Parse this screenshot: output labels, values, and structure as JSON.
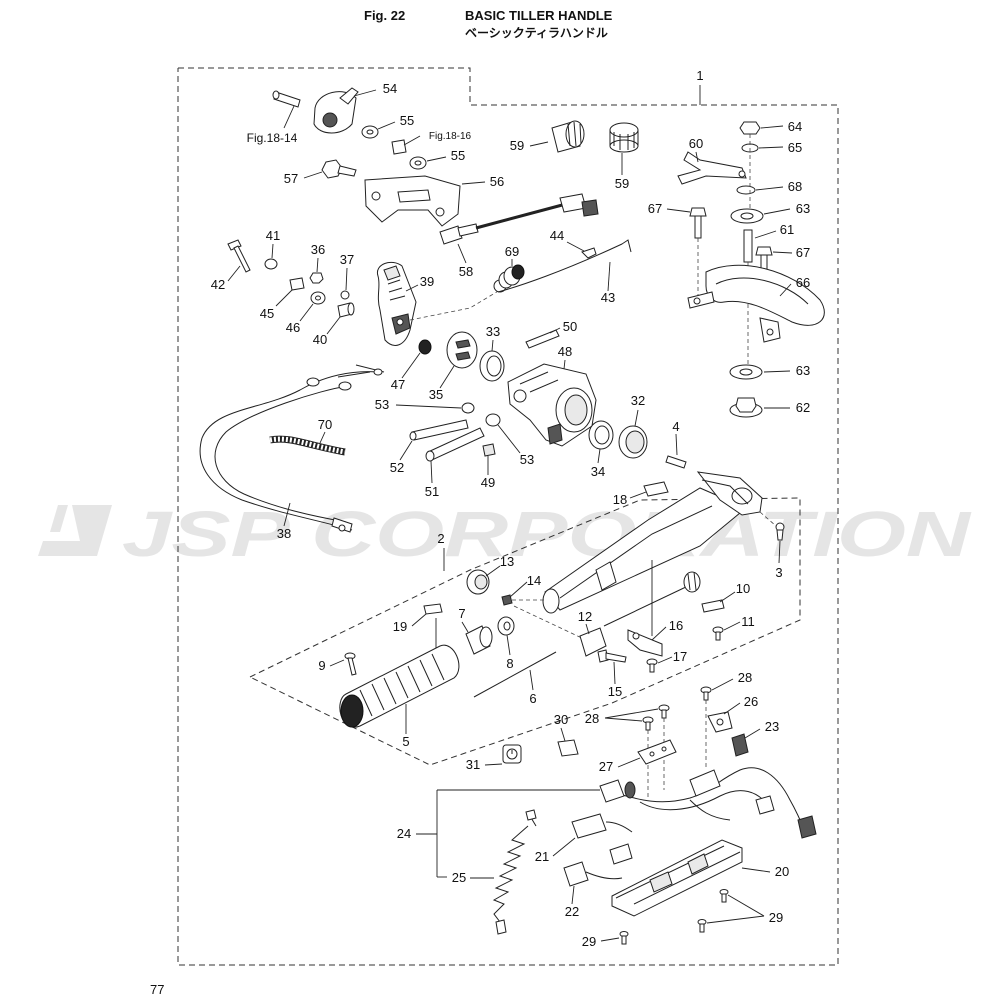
{
  "header": {
    "figure": "Fig. 22",
    "title": "BASIC TILLER HANDLE",
    "title_ja": "ベーシックティラハンドル"
  },
  "references": {
    "fig_18_14": "Fig.18-14",
    "fig_18_16": "Fig.18-16"
  },
  "callouts": [
    "1",
    "54",
    "55",
    "55",
    "57",
    "56",
    "59",
    "59",
    "60",
    "64",
    "65",
    "68",
    "67",
    "63",
    "61",
    "67",
    "66",
    "63",
    "62",
    "41",
    "36",
    "37",
    "42",
    "39",
    "69",
    "44",
    "43",
    "58",
    "45",
    "46",
    "40",
    "50",
    "33",
    "48",
    "47",
    "35",
    "53",
    "70",
    "32",
    "4",
    "52",
    "53",
    "34",
    "51",
    "49",
    "18",
    "3",
    "38",
    "2",
    "13",
    "14",
    "10",
    "7",
    "12",
    "19",
    "16",
    "11",
    "8",
    "9",
    "17",
    "6",
    "15",
    "5",
    "28",
    "26",
    "23",
    "28",
    "30",
    "31",
    "27",
    "24",
    "21",
    "20",
    "25",
    "22",
    "29",
    "29"
  ],
  "watermark": "JSP CORPORATION",
  "page_number": "77",
  "colors": {
    "line": "#222222",
    "watermark": "#e5e5e5"
  }
}
